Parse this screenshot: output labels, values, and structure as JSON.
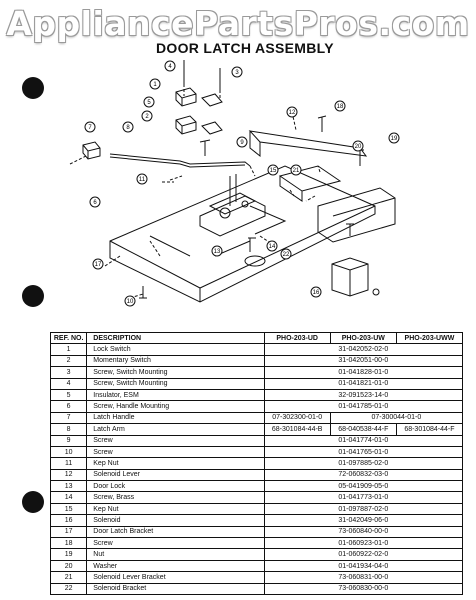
{
  "watermark": "AppliancePartsPros.com",
  "title": "DOOR LATCH ASSEMBLY",
  "callouts": [
    "1",
    "2",
    "3",
    "4",
    "5",
    "6",
    "7",
    "8",
    "9",
    "10",
    "11",
    "12",
    "13",
    "14",
    "15",
    "16",
    "17",
    "18",
    "19",
    "20",
    "21",
    "22"
  ],
  "table": {
    "headers": {
      "ref": "REF. NO.",
      "description": "DESCRIPTION",
      "models": [
        "PHO-203-UD",
        "PHO-203-UW",
        "PHO-203-UWW"
      ]
    },
    "rows": [
      {
        "ref": "1",
        "desc": "Lock Switch",
        "parts": [
          "31-042052-02-0"
        ]
      },
      {
        "ref": "2",
        "desc": "Momentary Switch",
        "parts": [
          "31-042051-00-0"
        ]
      },
      {
        "ref": "3",
        "desc": "Screw, Switch Mounting",
        "parts": [
          "01-041828-01-0"
        ]
      },
      {
        "ref": "4",
        "desc": "Screw, Switch Mounting",
        "parts": [
          "01-041821-01-0"
        ]
      },
      {
        "ref": "5",
        "desc": "Insulator, ESM",
        "parts": [
          "32-091523-14-0"
        ]
      },
      {
        "ref": "6",
        "desc": "Screw, Handle Mounting",
        "parts": [
          "01-041785-01-0"
        ]
      },
      {
        "ref": "7",
        "desc": "Latch Handle",
        "parts": [
          "07-302300-01-0",
          "07-300044-01-0"
        ]
      },
      {
        "ref": "8",
        "desc": "Latch Arm",
        "parts": [
          "68-301084-44-B",
          "68-040538-44-F",
          "68-301084-44-F"
        ]
      },
      {
        "ref": "9",
        "desc": "Screw",
        "parts": [
          "01-041774-01-0"
        ]
      },
      {
        "ref": "10",
        "desc": "Screw",
        "parts": [
          "01-041765-01-0"
        ]
      },
      {
        "ref": "11",
        "desc": "Kep Nut",
        "parts": [
          "01-097885-02-0"
        ]
      },
      {
        "ref": "12",
        "desc": "Solenoid Lever",
        "parts": [
          "72-060832-03-0"
        ]
      },
      {
        "ref": "13",
        "desc": "Door Lock",
        "parts": [
          "05-041909-05-0"
        ]
      },
      {
        "ref": "14",
        "desc": "Screw, Brass",
        "parts": [
          "01-041773-01-0"
        ]
      },
      {
        "ref": "15",
        "desc": "Kep Nut",
        "parts": [
          "01-097887-02-0"
        ]
      },
      {
        "ref": "16",
        "desc": "Solenoid",
        "parts": [
          "31-042049-06-0"
        ]
      },
      {
        "ref": "17",
        "desc": "Door Latch Bracket",
        "parts": [
          "73-060840-00-0"
        ]
      },
      {
        "ref": "18",
        "desc": "Screw",
        "parts": [
          "01-060923-01-0"
        ]
      },
      {
        "ref": "19",
        "desc": "Nut",
        "parts": [
          "01-060922-02-0"
        ]
      },
      {
        "ref": "20",
        "desc": "Washer",
        "parts": [
          "01-041934-04-0"
        ]
      },
      {
        "ref": "21",
        "desc": "Solenoid Lever Bracket",
        "parts": [
          "73-060831-00-0"
        ]
      },
      {
        "ref": "22",
        "desc": "Solenoid Bracket",
        "parts": [
          "73-060830-00-0"
        ]
      }
    ]
  }
}
